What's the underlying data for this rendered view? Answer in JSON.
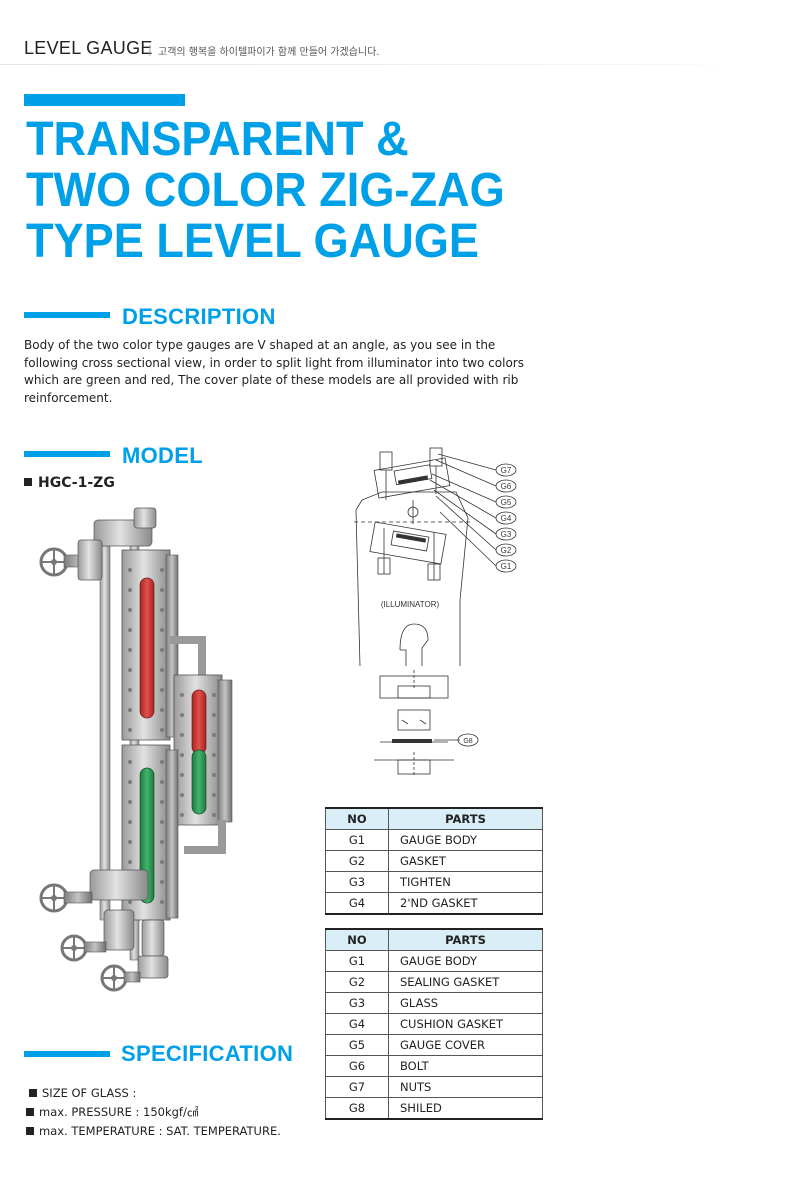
{
  "header": {
    "title": "LEVEL GAUGE",
    "separator": "|",
    "subtitle": "고객의 행복을 하이텔파이가 함께 만들어 가겠습니다."
  },
  "main_title": {
    "line1": "TRANSPARENT &",
    "line2": "TWO COLOR ZIG-ZAG",
    "line3": "TYPE LEVEL GAUGE"
  },
  "description": {
    "heading": "DESCRIPTION",
    "text": "Body of the two color type gauges are V shaped at an angle, as you see in the following cross sectional view, in order to split light from illuminator into two colors which are green and red, The cover plate of these models are all provided with rib reinforcement."
  },
  "model": {
    "heading": "MODEL",
    "code": "HGC-1-ZG"
  },
  "diagram": {
    "illuminator_label": "(ILLUMINATOR)",
    "callouts": [
      "G7",
      "G6",
      "G5",
      "G4",
      "G3",
      "G2",
      "G1"
    ],
    "g8_label": "G8"
  },
  "table1": {
    "headers": [
      "NO",
      "PARTS"
    ],
    "rows": [
      [
        "G1",
        "GAUGE BODY"
      ],
      [
        "G2",
        "GASKET"
      ],
      [
        "G3",
        "TIGHTEN"
      ],
      [
        "G4",
        "2'ND GASKET"
      ]
    ]
  },
  "table2": {
    "headers": [
      "NO",
      "PARTS"
    ],
    "rows": [
      [
        "G1",
        "GAUGE BODY"
      ],
      [
        "G2",
        "SEALING GASKET"
      ],
      [
        "G3",
        "GLASS"
      ],
      [
        "G4",
        "CUSHION GASKET"
      ],
      [
        "G5",
        "GAUGE COVER"
      ],
      [
        "G6",
        "BOLT"
      ],
      [
        "G7",
        "NUTS"
      ],
      [
        "G8",
        "SHILED"
      ]
    ]
  },
  "specification": {
    "heading": "SPECIFICATION",
    "items": [
      "SIZE OF GLASS :",
      "max. PRESSURE : 150kgf/㎠",
      "max. TEMPERATURE : SAT. TEMPERATURE."
    ]
  },
  "colors": {
    "accent": "#00a0e9",
    "table_header_bg": "#daeef8",
    "glass_red": "#d43a36",
    "glass_green": "#2f9a55"
  }
}
